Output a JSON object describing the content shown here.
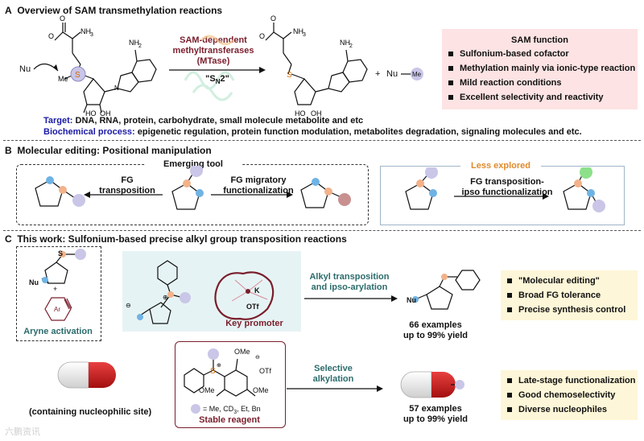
{
  "colors": {
    "teal_text": "#2c6b6b",
    "blue_text": "#1a1aa6",
    "orange_text": "#e08a2a",
    "maroon": "#7a1e2c",
    "pink_box": "#fde3e3",
    "yellow_box": "#fdf6d8",
    "teal_box": "#e6f3f4",
    "lavender_atom": "#c9c6e8",
    "orange_atom": "#f2b28a",
    "blue_atom": "#6fb3e4",
    "green_atom": "#8de08a",
    "rose_atom": "#c99090"
  },
  "sectionA": {
    "letter": "A",
    "title": "Overview of SAM transmethylation reactions",
    "enzyme_line1": "SAM-dependent",
    "enzyme_line2": "methyltransferases",
    "enzyme_line3": "(MTase)",
    "sn2": "\"S",
    "sn2_sub": "N",
    "sn2_end": "2\"",
    "plus": "+",
    "nu": "Nu",
    "me": "Me",
    "sam_function_title": "SAM function",
    "sam_function_items": [
      "Sulfonium-based cofactor",
      "Methylation mainly via ionic-type reaction",
      "Mild  reaction conditions",
      "Excellent selectivity and reactivity"
    ],
    "target_label": "Target:",
    "target_text": " DNA, RNA, protein, carbohydrate, small molecule metabolite and etc",
    "biochem_label": "Biochemical process:",
    "biochem_text": " epigenetic regulation, protein function modulation, metabolites degradation, signaling molecules and etc."
  },
  "sectionB": {
    "letter": "B",
    "title": "Molecular editing: Positional manipulation",
    "emerging": "Emerging tool",
    "fg_transposition_1": "FG",
    "fg_transposition_2": "transposition",
    "fg_migratory_1": "FG migratory",
    "fg_migratory_2": "functionalization",
    "less_explored": "Less explored",
    "ipso_1": "FG transposition-",
    "ipso_2": "ipso functionalization"
  },
  "sectionC": {
    "letter": "C",
    "title": "This work: Sulfonium-based precise alkyl group transposition reactions",
    "aryne_activation": "Aryne activation",
    "ar": "Ar",
    "plus": "+",
    "nu": "Nu",
    "s": "S",
    "k": "K",
    "otf": "OTf",
    "key_promoter": "Key promoter",
    "alkyl_transposition_1": "Alkyl transposition",
    "alkyl_transposition_2": "and ipso-arylation",
    "examples_66": "66 examples",
    "yield_1": "up to 99% yield",
    "top_features": [
      "\"Molecular editing\"",
      "Broad FG tolerance",
      "Precise synthesis control"
    ],
    "containing": "(containing nucleophilic site)",
    "ome": "OMe",
    "r_list": "= Me, CD",
    "r_sub": "3",
    "r_rest": ", Et, Bn",
    "stable_reagent": "Stable reagent",
    "selective_1": "Selective",
    "selective_2": "alkylation",
    "examples_57": "57 examples",
    "yield_2": "up to 99% yield",
    "bottom_features": [
      "Late-stage functionalization",
      "Good chemoselectivity",
      "Diverse nucleophiles"
    ]
  },
  "watermark": "六鹏资讯"
}
